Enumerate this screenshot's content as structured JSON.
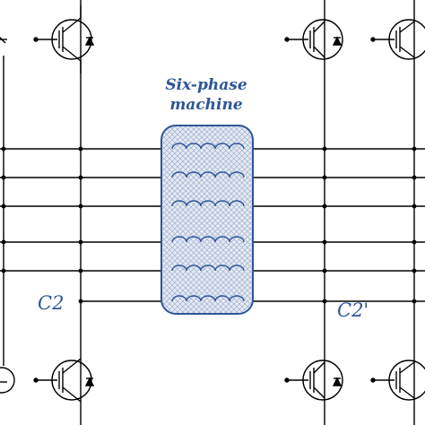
{
  "machine": {
    "title_line1": "Six-phase",
    "title_line2": "machine"
  },
  "labels": {
    "c2": "C2",
    "c2_prime": "C2'"
  },
  "colors": {
    "wire": "#000000",
    "machine_border": "#2f5597",
    "machine_fill": "#c9d3e6",
    "label": "#2f5597"
  },
  "phase_count": 6,
  "icons": {
    "switch": "igbt-with-antiparallel-diode-icon",
    "winding": "inductor-coil-icon"
  }
}
